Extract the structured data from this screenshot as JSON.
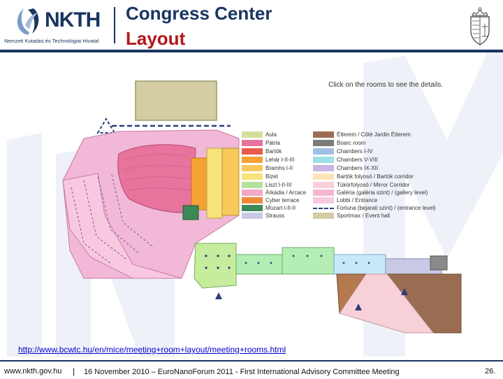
{
  "header": {
    "logo_text": "NKTH",
    "logo_subtitle": "Nemzeti Kutatási és Technológiai Hivatal",
    "title_line1": "Congress Center",
    "title_line2": "Layout",
    "title_color": "#1a3560",
    "title_accent_color": "#b2171a"
  },
  "floor_plan": {
    "instruction": "Click on the rooms to see the details.",
    "legend_left": [
      {
        "label": "Aula",
        "color": "#d4df9a"
      },
      {
        "label": "Pátria",
        "color": "#e8749d"
      },
      {
        "label": "Bartók",
        "color": "#e85b4c"
      },
      {
        "label": "Lehár I-II-III",
        "color": "#f4a233"
      },
      {
        "label": "Bramhs I-II",
        "color": "#f7c95b"
      },
      {
        "label": "Bizet",
        "color": "#f7e37a"
      },
      {
        "label": "Liszt I-II-III",
        "color": "#b5e19a"
      },
      {
        "label": "Árkádia / Arcace",
        "color": "#f2a8c6"
      },
      {
        "label": "Cyber terrace",
        "color": "#f08a3a"
      },
      {
        "label": "Mozart I-II-II",
        "color": "#3c8a58"
      },
      {
        "label": "Strauss",
        "color": "#c9c9e6"
      }
    ],
    "legend_right": [
      {
        "label": "Étterem / Côté Jardin Étterem",
        "color": "#9a6d52"
      },
      {
        "label": "Boarc room",
        "color": "#7a7a7a"
      },
      {
        "label": "Chambers I-IV",
        "color": "#9fbfe5"
      },
      {
        "label": "Chambers V-VIII",
        "color": "#9de0e6"
      },
      {
        "label": "Chambers IX-XII",
        "color": "#c8b5e2"
      },
      {
        "label": "Bartók folyosó / Bartók corridor",
        "color": "#ffe3b8"
      },
      {
        "label": "Tükörfolyosó / Mirror Corridor",
        "color": "#f7d0d8"
      },
      {
        "label": "Galéria (galéria szint) / (gallery level)",
        "color": "#f5b6ce"
      },
      {
        "label": "Lobbi / Entrance",
        "color": "#f7c9e0"
      },
      {
        "label": "Fortuna (bejarati szint) / (entrance level)",
        "color": "dashed"
      },
      {
        "label": "Sportmax / Event hall",
        "color": "#d4cda3"
      }
    ]
  },
  "link": {
    "url": "http://www.bcwtc.hu/en/mice/meeting+room+layout/meeting+rooms.html"
  },
  "footer": {
    "site": "www.nkth.gov.hu",
    "separator": "|",
    "event_text": "16 November 2010 – EuroNanoForum 2011 - First International Advisory Committee Meeting",
    "page_number": "26."
  }
}
